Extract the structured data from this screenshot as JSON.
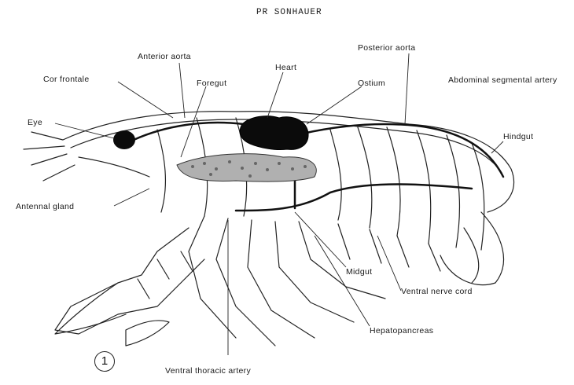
{
  "title": "PR SONHAUER",
  "figure_number": "1",
  "labels": {
    "anterior_aorta": "Anterior aorta",
    "heart": "Heart",
    "posterior_aorta": "Posterior aorta",
    "cor_frontale": "Cor frontale",
    "foregut": "Foregut",
    "ostium": "Ostium",
    "abdominal_segmental_artery": "Abdominal segmental artery",
    "eye": "Eye",
    "hindgut": "Hindgut",
    "antennal_gland": "Antennal gland",
    "midgut": "Midgut",
    "ventral_nerve_cord": "Ventral nerve cord",
    "hepatopancreas": "Hepatopancreas",
    "ventral_thoracic_artery": "Ventral thoracic artery"
  }
}
